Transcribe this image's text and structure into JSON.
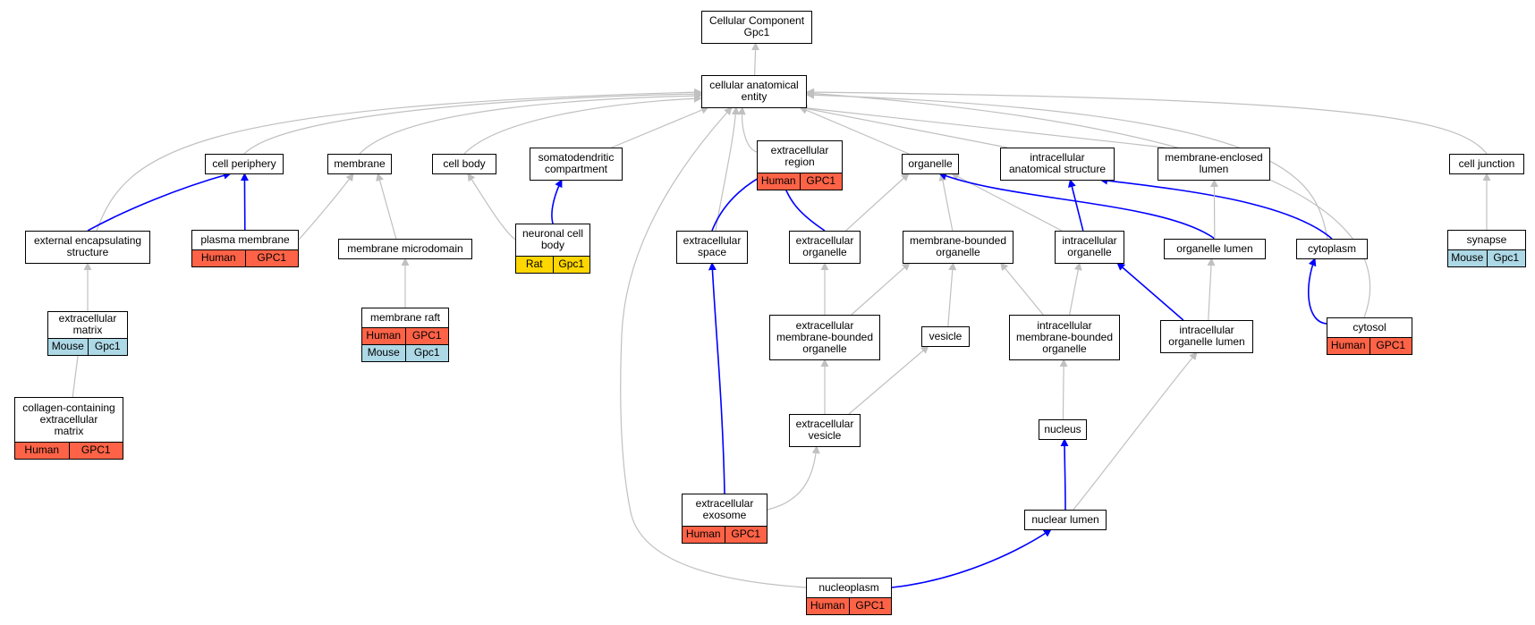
{
  "colors": {
    "is_a_edge": "#c0c0c0",
    "part_of_edge": "#0000ff",
    "human": "#ff6347",
    "mouse": "#add8e6",
    "rat": "#ffd700"
  },
  "nodes": {
    "cc": {
      "label": "Cellular Component\nGpc1",
      "ann": []
    },
    "cae": {
      "label": "cellular anatomical\nentity",
      "ann": []
    },
    "periph": {
      "label": "cell periphery",
      "ann": []
    },
    "membrane": {
      "label": "membrane",
      "ann": []
    },
    "cellbody": {
      "label": "cell body",
      "ann": []
    },
    "somato": {
      "label": "somatodendritic\ncompartment",
      "ann": []
    },
    "exreg": {
      "label": "extracellular\nregion",
      "ann": [
        [
          "Human",
          "GPC1"
        ]
      ]
    },
    "organelle": {
      "label": "organelle",
      "ann": []
    },
    "ias": {
      "label": "intracellular\nanatomical structure",
      "ann": []
    },
    "mel": {
      "label": "membrane-enclosed\nlumen",
      "ann": []
    },
    "junction": {
      "label": "cell junction",
      "ann": []
    },
    "ees": {
      "label": "external encapsulating\nstructure",
      "ann": []
    },
    "pm": {
      "label": "plasma membrane",
      "ann": [
        [
          "Human",
          "GPC1"
        ]
      ]
    },
    "mmd": {
      "label": "membrane microdomain",
      "ann": []
    },
    "ncb": {
      "label": "neuronal cell\nbody",
      "ann": [
        [
          "Rat",
          "Gpc1"
        ]
      ]
    },
    "exspace": {
      "label": "extracellular\nspace",
      "ann": []
    },
    "exorg": {
      "label": "extracellular\norganelle",
      "ann": []
    },
    "mbo": {
      "label": "membrane-bounded\norganelle",
      "ann": []
    },
    "intorg": {
      "label": "intracellular\norganelle",
      "ann": []
    },
    "orglumen": {
      "label": "organelle lumen",
      "ann": []
    },
    "cytoplasm": {
      "label": "cytoplasm",
      "ann": []
    },
    "synapse": {
      "label": "synapse",
      "ann": [
        [
          "Mouse",
          "Gpc1"
        ]
      ]
    },
    "ecm": {
      "label": "extracellular\nmatrix",
      "ann": [
        [
          "Mouse",
          "Gpc1"
        ]
      ]
    },
    "raft": {
      "label": "membrane raft",
      "ann": [
        [
          "Human",
          "GPC1"
        ],
        [
          "Mouse",
          "Gpc1"
        ]
      ]
    },
    "exmbo": {
      "label": "extracellular\nmembrane-bounded\norganelle",
      "ann": []
    },
    "vesicle": {
      "label": "vesicle",
      "ann": []
    },
    "imbo": {
      "label": "intracellular\nmembrane-bounded\norganelle",
      "ann": []
    },
    "iol": {
      "label": "intracellular\norganelle lumen",
      "ann": []
    },
    "cytosol": {
      "label": "cytosol",
      "ann": [
        [
          "Human",
          "GPC1"
        ]
      ]
    },
    "ccecm": {
      "label": "collagen-containing\nextracellular\nmatrix",
      "ann": [
        [
          "Human",
          "GPC1"
        ]
      ]
    },
    "exves": {
      "label": "extracellular\nvesicle",
      "ann": []
    },
    "nucleus": {
      "label": "nucleus",
      "ann": []
    },
    "exosome": {
      "label": "extracellular\nexosome",
      "ann": [
        [
          "Human",
          "GPC1"
        ]
      ]
    },
    "nlumen": {
      "label": "nuclear lumen",
      "ann": []
    },
    "nplasm": {
      "label": "nucleoplasm",
      "ann": [
        [
          "Human",
          "GPC1"
        ]
      ]
    }
  },
  "edges": [
    {
      "from": "cae",
      "to": "cc",
      "type": "is_a"
    },
    {
      "from": "periph",
      "to": "cae",
      "type": "is_a"
    },
    {
      "from": "membrane",
      "to": "cae",
      "type": "is_a"
    },
    {
      "from": "cellbody",
      "to": "cae",
      "type": "is_a"
    },
    {
      "from": "somato",
      "to": "cae",
      "type": "is_a"
    },
    {
      "from": "exreg",
      "to": "cae",
      "type": "is_a"
    },
    {
      "from": "organelle",
      "to": "cae",
      "type": "is_a"
    },
    {
      "from": "ias",
      "to": "cae",
      "type": "is_a"
    },
    {
      "from": "mel",
      "to": "cae",
      "type": "is_a"
    },
    {
      "from": "junction",
      "to": "cae",
      "type": "is_a"
    },
    {
      "from": "ees",
      "to": "cae",
      "type": "is_a"
    },
    {
      "from": "exspace",
      "to": "cae",
      "type": "is_a"
    },
    {
      "from": "cytoplasm",
      "to": "cae",
      "type": "is_a"
    },
    {
      "from": "cytosol",
      "to": "cae",
      "type": "is_a"
    },
    {
      "from": "nplasm",
      "to": "cae",
      "type": "is_a"
    },
    {
      "from": "ees",
      "to": "periph",
      "type": "part_of"
    },
    {
      "from": "pm",
      "to": "periph",
      "type": "part_of"
    },
    {
      "from": "pm",
      "to": "membrane",
      "type": "is_a"
    },
    {
      "from": "mmd",
      "to": "membrane",
      "type": "is_a"
    },
    {
      "from": "raft",
      "to": "mmd",
      "type": "is_a"
    },
    {
      "from": "ncb",
      "to": "cellbody",
      "type": "is_a"
    },
    {
      "from": "ncb",
      "to": "somato",
      "type": "part_of"
    },
    {
      "from": "exspace",
      "to": "exreg",
      "type": "part_of"
    },
    {
      "from": "exorg",
      "to": "exreg",
      "type": "part_of"
    },
    {
      "from": "exorg",
      "to": "organelle",
      "type": "is_a"
    },
    {
      "from": "mbo",
      "to": "organelle",
      "type": "is_a"
    },
    {
      "from": "intorg",
      "to": "organelle",
      "type": "is_a"
    },
    {
      "from": "orglumen",
      "to": "organelle",
      "type": "part_of"
    },
    {
      "from": "intorg",
      "to": "ias",
      "type": "part_of"
    },
    {
      "from": "cytoplasm",
      "to": "ias",
      "type": "part_of"
    },
    {
      "from": "orglumen",
      "to": "mel",
      "type": "is_a"
    },
    {
      "from": "synapse",
      "to": "junction",
      "type": "is_a"
    },
    {
      "from": "ecm",
      "to": "ees",
      "type": "is_a"
    },
    {
      "from": "ccecm",
      "to": "ecm",
      "type": "is_a"
    },
    {
      "from": "exmbo",
      "to": "exorg",
      "type": "is_a"
    },
    {
      "from": "exmbo",
      "to": "mbo",
      "type": "is_a"
    },
    {
      "from": "vesicle",
      "to": "mbo",
      "type": "is_a"
    },
    {
      "from": "imbo",
      "to": "mbo",
      "type": "is_a"
    },
    {
      "from": "imbo",
      "to": "intorg",
      "type": "is_a"
    },
    {
      "from": "iol",
      "to": "intorg",
      "type": "part_of"
    },
    {
      "from": "iol",
      "to": "orglumen",
      "type": "is_a"
    },
    {
      "from": "cytosol",
      "to": "cytoplasm",
      "type": "part_of"
    },
    {
      "from": "exves",
      "to": "exmbo",
      "type": "is_a"
    },
    {
      "from": "exves",
      "to": "vesicle",
      "type": "is_a"
    },
    {
      "from": "nucleus",
      "to": "imbo",
      "type": "is_a"
    },
    {
      "from": "exosome",
      "to": "exves",
      "type": "is_a"
    },
    {
      "from": "exosome",
      "to": "exspace",
      "type": "part_of"
    },
    {
      "from": "nlumen",
      "to": "nucleus",
      "type": "part_of"
    },
    {
      "from": "nlumen",
      "to": "iol",
      "type": "is_a"
    },
    {
      "from": "nplasm",
      "to": "nlumen",
      "type": "part_of"
    }
  ]
}
